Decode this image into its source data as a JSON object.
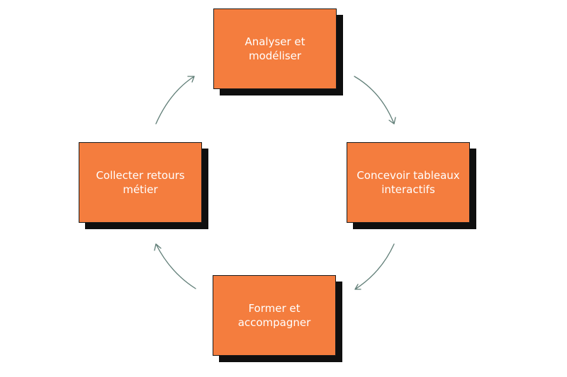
{
  "diagram": {
    "nodes": [
      {
        "id": "top",
        "label": "Analyser et\nmodéliser"
      },
      {
        "id": "right",
        "label": "Concevoir tableaux\ninteractifs"
      },
      {
        "id": "bottom",
        "label": "Former et\naccompagner"
      },
      {
        "id": "left",
        "label": "Collecter retours\nmétier"
      }
    ],
    "edges": [
      {
        "from": "top",
        "to": "right"
      },
      {
        "from": "right",
        "to": "bottom"
      },
      {
        "from": "bottom",
        "to": "left"
      },
      {
        "from": "left",
        "to": "top"
      }
    ],
    "colors": {
      "box_fill": "#f47d3e",
      "box_shadow": "#0f0f0f",
      "text": "#ffffff",
      "arrow": "#5f7d76"
    }
  }
}
